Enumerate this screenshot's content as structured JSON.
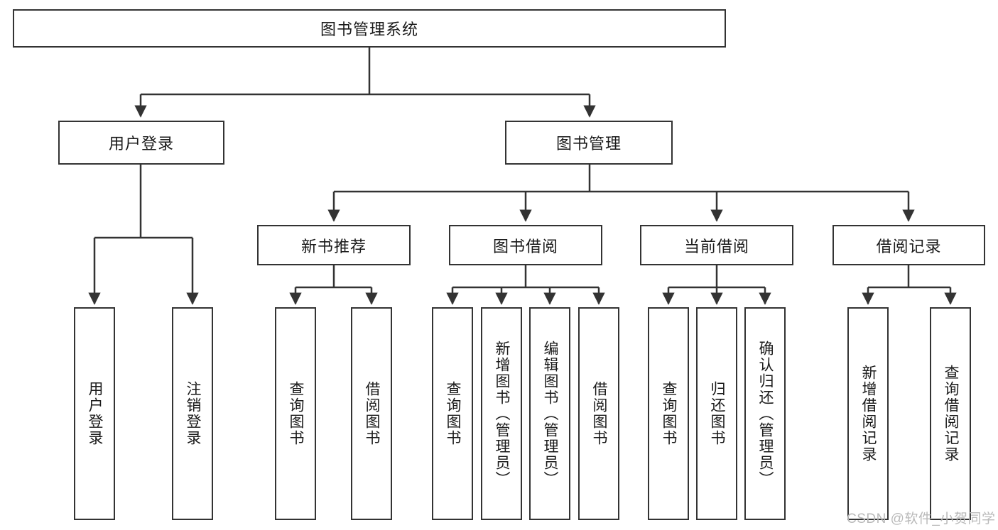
{
  "diagram": {
    "type": "hierarchy-tree",
    "title": "图书管理系统",
    "orientation": "top-down",
    "watermark": "CSDN @软件_小贺同学",
    "colors": {
      "box_border": "#333333",
      "box_fill": "#ffffff",
      "connector": "#333333",
      "text": "#1a1a1a",
      "watermark": "#b9b9b9"
    },
    "nodes": {
      "root": {
        "label": "图书管理系统",
        "orientation": "horizontal"
      },
      "l1": [
        {
          "label": "用户登录",
          "orientation": "horizontal"
        },
        {
          "label": "图书管理",
          "orientation": "horizontal"
        }
      ],
      "l2": [
        {
          "label": "新书推荐",
          "orientation": "horizontal"
        },
        {
          "label": "图书借阅",
          "orientation": "horizontal"
        },
        {
          "label": "当前借阅",
          "orientation": "horizontal"
        },
        {
          "label": "借阅记录",
          "orientation": "horizontal"
        }
      ],
      "leaves_user_login": [
        {
          "label": "用户登录",
          "orientation": "vertical"
        },
        {
          "label": "注销登录",
          "orientation": "vertical"
        }
      ],
      "leaves_new_book": [
        {
          "label": "查询图书",
          "orientation": "vertical"
        },
        {
          "label": "借阅图书",
          "orientation": "vertical"
        }
      ],
      "leaves_borrow": [
        {
          "label": "查询图书",
          "orientation": "vertical"
        },
        {
          "label": "新增图书（管理员）",
          "orientation": "vertical"
        },
        {
          "label": "编辑图书（管理员）",
          "orientation": "vertical"
        },
        {
          "label": "借阅图书",
          "orientation": "vertical"
        }
      ],
      "leaves_current": [
        {
          "label": "查询图书",
          "orientation": "vertical"
        },
        {
          "label": "归还图书",
          "orientation": "vertical"
        },
        {
          "label": "确认归还（管理员）",
          "orientation": "vertical"
        }
      ],
      "leaves_records": [
        {
          "label": "新增借阅记录",
          "orientation": "vertical"
        },
        {
          "label": "查询借阅记录",
          "orientation": "vertical"
        }
      ]
    },
    "edges": [
      {
        "from": "图书管理系统",
        "to": "用户登录"
      },
      {
        "from": "图书管理系统",
        "to": "图书管理"
      },
      {
        "from": "用户登录",
        "to": "用户登录"
      },
      {
        "from": "用户登录",
        "to": "注销登录"
      },
      {
        "from": "图书管理",
        "to": "新书推荐"
      },
      {
        "from": "图书管理",
        "to": "图书借阅"
      },
      {
        "from": "图书管理",
        "to": "当前借阅"
      },
      {
        "from": "图书管理",
        "to": "借阅记录"
      },
      {
        "from": "新书推荐",
        "to": "查询图书"
      },
      {
        "from": "新书推荐",
        "to": "借阅图书"
      },
      {
        "from": "图书借阅",
        "to": "查询图书"
      },
      {
        "from": "图书借阅",
        "to": "新增图书（管理员）"
      },
      {
        "from": "图书借阅",
        "to": "编辑图书（管理员）"
      },
      {
        "from": "图书借阅",
        "to": "借阅图书"
      },
      {
        "from": "当前借阅",
        "to": "查询图书"
      },
      {
        "from": "当前借阅",
        "to": "归还图书"
      },
      {
        "from": "当前借阅",
        "to": "确认归还（管理员）"
      },
      {
        "from": "借阅记录",
        "to": "新增借阅记录"
      },
      {
        "from": "借阅记录",
        "to": "查询借阅记录"
      }
    ]
  }
}
